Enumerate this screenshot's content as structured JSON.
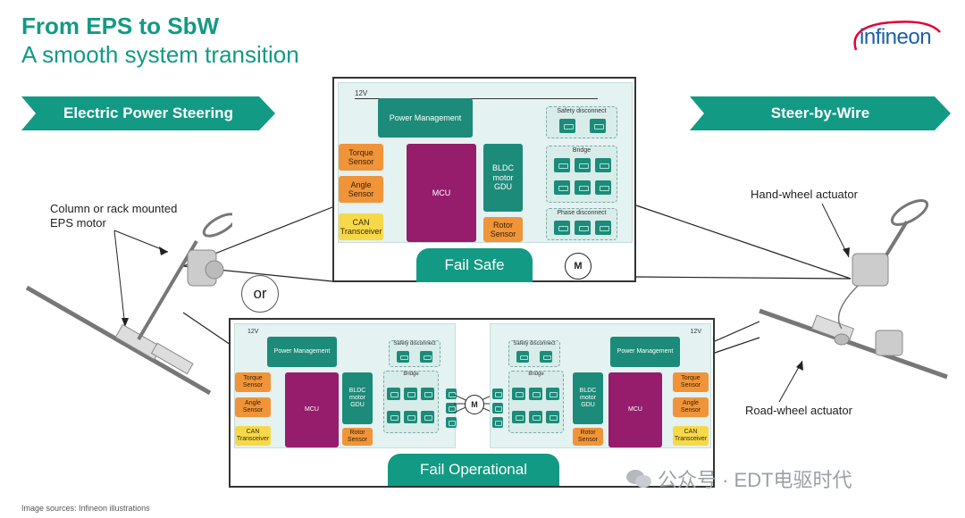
{
  "header": {
    "title": "From EPS to SbW",
    "subtitle": "A smooth system transition",
    "logo": "infineon"
  },
  "chevrons": {
    "left": "Electric Power Steering",
    "right": "Steer-by-Wire"
  },
  "labels": {
    "eps_motor": "Column or rack mounted EPS motor",
    "or": "or",
    "hand_wheel": "Hand-wheel actuator",
    "road_wheel": "Road-wheel actuator",
    "source": "Image sources: Infineon illustrations",
    "watermark": "公众号 · EDT电驱时代"
  },
  "block": {
    "voltage": "12V",
    "power_mgmt": "Power Management",
    "torque": "Torque Sensor",
    "angle": "Angle Sensor",
    "can": "CAN Transceiver",
    "mcu": "MCU",
    "gdu": "BLDC motor GDU",
    "rotor": "Rotor Sensor",
    "safety": "Safety disconnect",
    "bridge": "Bridge",
    "phase": "Phase disconnect",
    "motor": "M"
  },
  "tabs": {
    "fail_safe": "Fail Safe",
    "fail_operational": "Fail Operational"
  },
  "colors": {
    "teal": "#139a84",
    "mcu": "#961c6c",
    "sensor": "#f0943a",
    "can": "#f7d84a",
    "panel": "#e4f2f2"
  }
}
